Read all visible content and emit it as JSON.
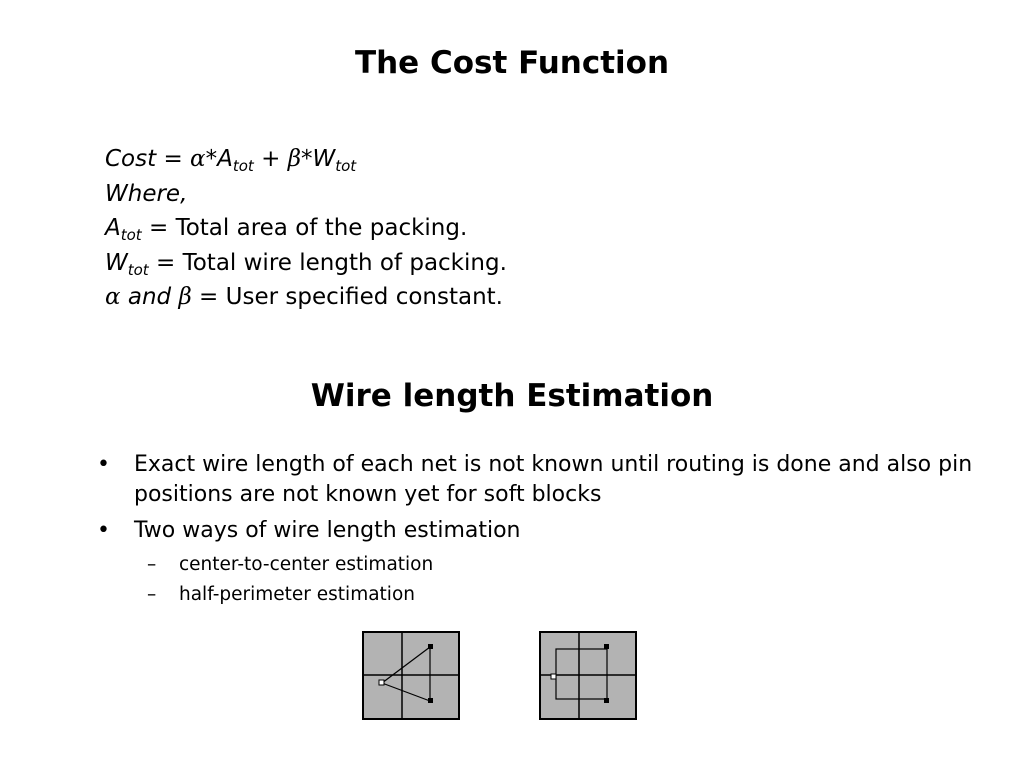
{
  "slide": {
    "title1": "The Cost Function",
    "formula": {
      "cost_label": "Cost",
      "eq": " = ",
      "alpha": "α",
      "star": "*",
      "A": "A",
      "tot": "tot",
      "plus": " + ",
      "beta": "β",
      "W": "W",
      "where": "Where,",
      "area_desc": " = Total area of the packing.",
      "wire_desc": " = Total wire length of packing.",
      "and": " and ",
      "const_desc": " = User specified constant."
    },
    "title2": "Wire length Estimation",
    "bullets": [
      {
        "text": "Exact wire length of each net is not known until routing is done and also pin positions are not known yet for soft blocks"
      },
      {
        "text": "Two ways of wire length estimation"
      }
    ],
    "sub_bullets": [
      {
        "text": "center-to-center estimation"
      },
      {
        "text": "half-perimeter estimation"
      }
    ],
    "bullet_glyph": "•",
    "dash_glyph": "–",
    "colors": {
      "diagram_fill": "#b3b3b3",
      "line": "#000000",
      "grid": "#000000"
    }
  }
}
